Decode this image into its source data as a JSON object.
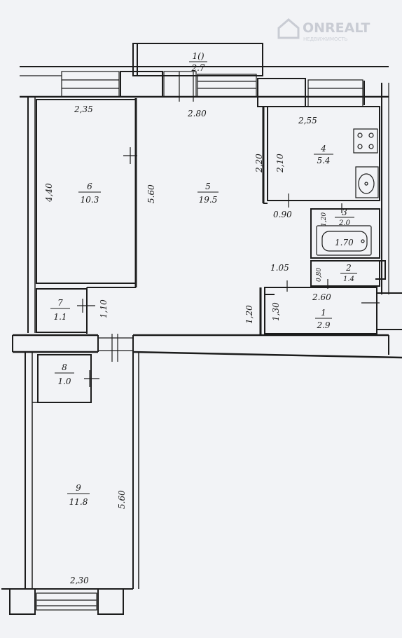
{
  "watermark": {
    "brand": "ONREALT",
    "tagline": "НЕДВИЖИМОСТЬ"
  },
  "rooms": [
    {
      "id": "1",
      "number": "1()",
      "area": "2.7"
    },
    {
      "id": "2",
      "number": "2",
      "area": "1.4"
    },
    {
      "id": "3",
      "number": "3",
      "area": "2.0"
    },
    {
      "id": "4",
      "number": "4",
      "area": "5.4"
    },
    {
      "id": "5",
      "number": "5",
      "area": "19.5"
    },
    {
      "id": "6",
      "number": "6",
      "area": "10.3"
    },
    {
      "id": "7",
      "number": "7",
      "area": "1.1"
    },
    {
      "id": "8",
      "number": "8",
      "area": "1.0"
    },
    {
      "id": "9",
      "number": "9",
      "area": "11.8"
    },
    {
      "id": "10",
      "number": "1",
      "area": "2.9"
    }
  ],
  "dimensions": {
    "d_2_35": "2,35",
    "d_2_80": "2.80",
    "d_2_55": "2,55",
    "d_4_40": "4,40",
    "d_5_60_left": "5.60",
    "d_2_20": "2,20",
    "d_2_10": "2,10",
    "d_0_90": "0.90",
    "d_1_20_bath": "1,20",
    "d_1_70": "1.70",
    "d_1_05": "1.05",
    "d_0_80": "0,80",
    "d_2_60": "2.60",
    "d_1_10": "1,10",
    "d_1_20_hall": "1,20",
    "d_1_30": "1,30",
    "d_5_60_bottom": "5.60",
    "d_2_30": "2,30"
  }
}
